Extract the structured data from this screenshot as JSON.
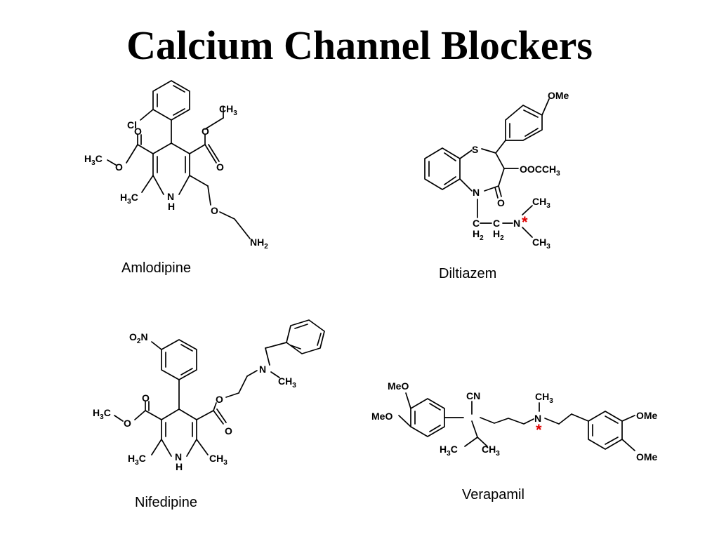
{
  "title": "Calcium Channel Blockers",
  "chiral_marker": "*",
  "colors": {
    "text": "#000000",
    "chiral_marker": "#e00000",
    "background": "#ffffff"
  },
  "molecules": {
    "amlodipine": {
      "name": "Amlodipine",
      "labels": {
        "cl": "Cl",
        "ch3": "CH",
        "ch3_sub": "3",
        "o_top_left": "O",
        "o_ester_left": "O",
        "h3c_left_h": "H",
        "h3c_left_3": "3",
        "h3c_left_c": "C",
        "o_top_right": "O",
        "o_right": "O",
        "h3c_bottom_h": "H",
        "h3c_bottom_3": "3",
        "h3c_bottom_c": "C",
        "n": "N",
        "nh_h": "H",
        "o_ether": "O",
        "nh2": "NH",
        "nh2_sub": "2"
      }
    },
    "diltiazem": {
      "name": "Diltiazem",
      "labels": {
        "ome": "OMe",
        "s": "S",
        "oocch3": "OOCCH",
        "oocch3_sub": "3",
        "n": "N",
        "o": "O",
        "c1": "C",
        "c1_h": "H",
        "c1_sub": "2",
        "c2": "C",
        "c2_h": "H",
        "c2_sub": "2",
        "n2": "N",
        "ch3_top": "CH",
        "ch3_top_sub": "3",
        "ch3_bottom": "CH",
        "ch3_bottom_sub": "3"
      }
    },
    "nifedipine": {
      "name": "Nifedipine",
      "labels": {
        "o2n_o": "O",
        "o2n_sub": "2",
        "o2n_n": "N",
        "n": "N",
        "ch3": "CH",
        "ch3_sub": "3",
        "o_top_left": "O",
        "h3c_left_h": "H",
        "h3c_left_3": "3",
        "h3c_left_c": "C",
        "o_ester_left": "O",
        "o_top_right": "O",
        "o_right": "O",
        "h3c_bottom_h": "H",
        "h3c_bottom_3": "3",
        "h3c_bottom_c": "C",
        "nh_n": "N",
        "nh_h": "H",
        "ch3_bottom": "CH",
        "ch3_bottom_sub": "3"
      }
    },
    "verapamil": {
      "name": "Verapamil",
      "labels": {
        "meo_top": "MeO",
        "meo_left": "MeO",
        "cn": "CN",
        "ch3_n": "CH",
        "ch3_n_sub": "3",
        "n": "N",
        "ome_top": "OMe",
        "ome_bottom": "OMe",
        "h3c_h": "H",
        "h3c_3": "3",
        "h3c_c": "C",
        "ch3_iso": "CH",
        "ch3_iso_sub": "3"
      }
    }
  }
}
